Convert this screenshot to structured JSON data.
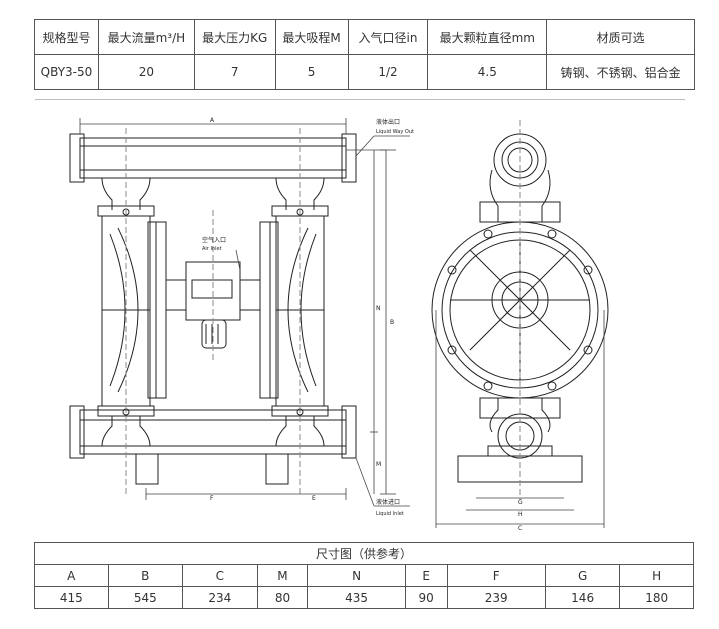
{
  "spec_table": {
    "headers": [
      "规格型号",
      "最大流量m³/H",
      "最大压力KG",
      "最大吸程M",
      "入气口径in",
      "最大颗粒直径mm",
      "材质可选"
    ],
    "row": [
      "QBY3-50",
      "20",
      "7",
      "5",
      "1/2",
      "4.5",
      "铸钢、不锈钢、铝合金"
    ]
  },
  "drawing": {
    "labels": {
      "A": "A",
      "B": "B",
      "N": "N",
      "M": "M",
      "F": "F",
      "E": "E",
      "G": "G",
      "H": "H",
      "C": "C",
      "outlet_cn": "液体出口",
      "outlet_en": "Liquid Way Out",
      "air_cn": "空气入口",
      "air_en": "Air Inlet",
      "inlet_cn": "液体进口",
      "inlet_en": "Liquid Inlet"
    }
  },
  "dims_table": {
    "caption": "尺寸图（供参考）",
    "headers": [
      "A",
      "B",
      "C",
      "M",
      "N",
      "E",
      "F",
      "G",
      "H"
    ],
    "values": [
      "415",
      "545",
      "234",
      "80",
      "435",
      "90",
      "239",
      "146",
      "180"
    ]
  }
}
